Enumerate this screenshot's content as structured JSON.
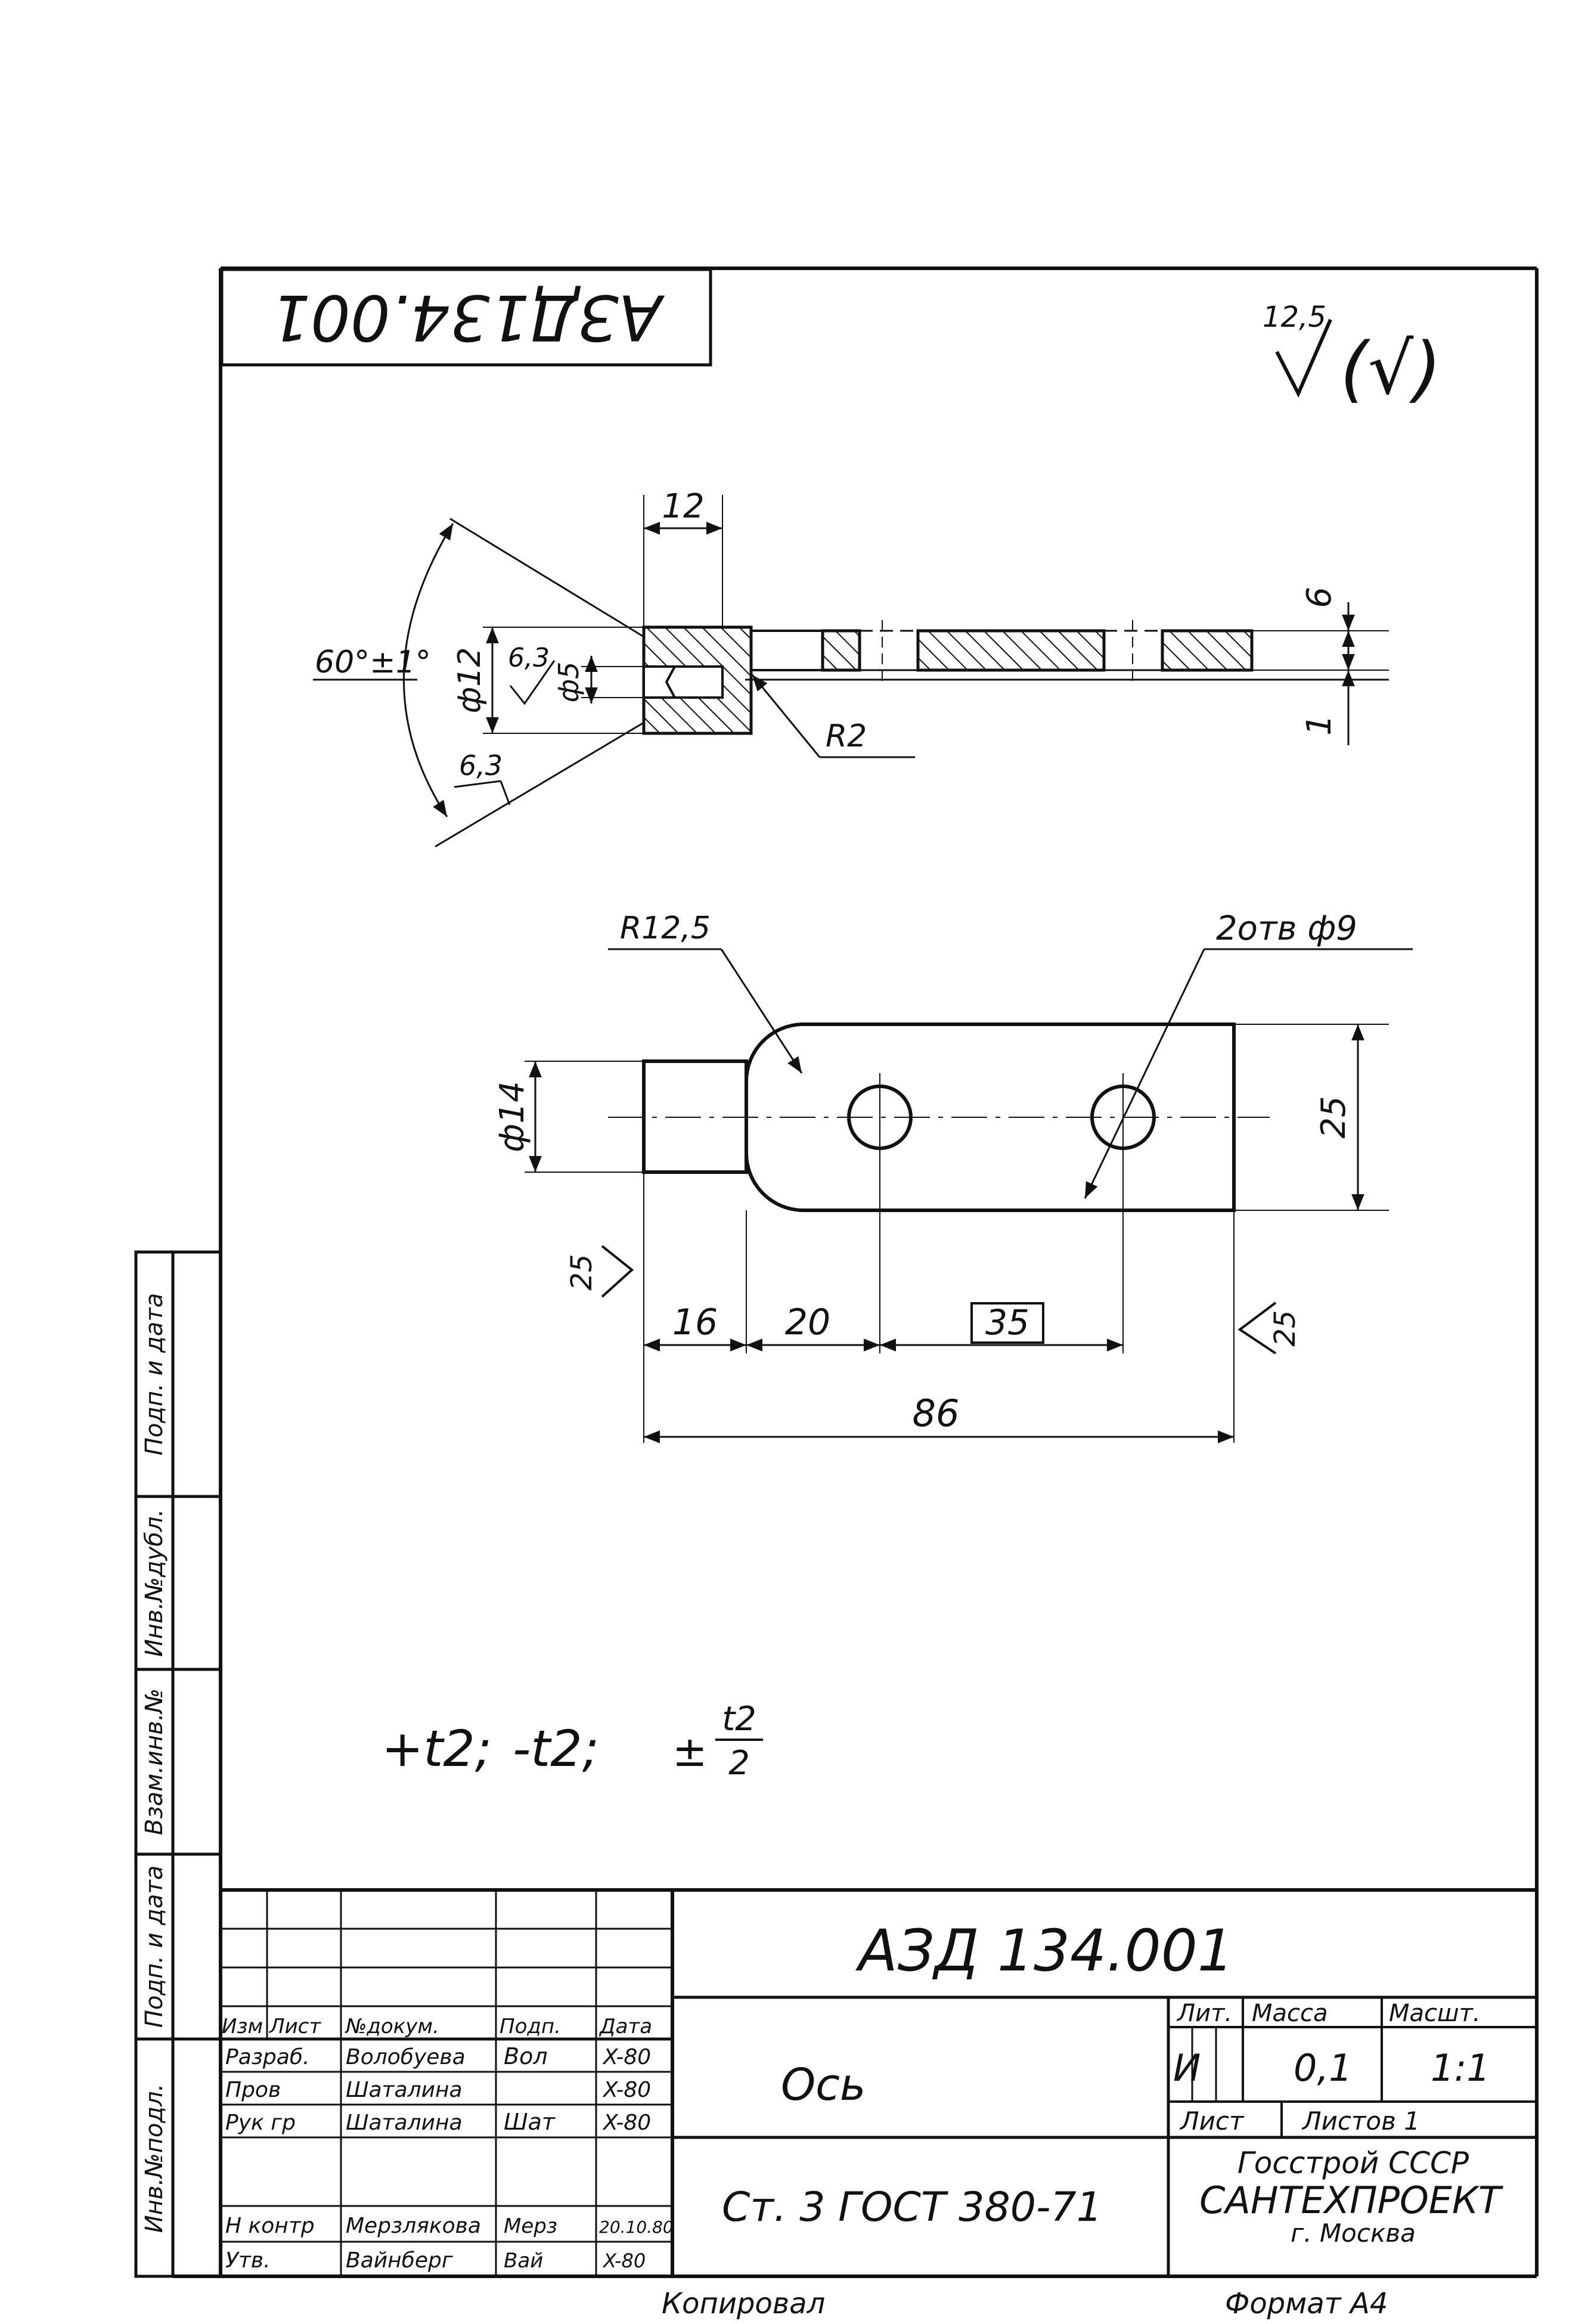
{
  "drawing": {
    "doc_number": "АЗД 134.001",
    "doc_number_rotated": "АЗД134.001",
    "roughness_general": "12,5",
    "roughness_open_mark": "(√)"
  },
  "section_view": {
    "dim_12": "12",
    "angle": "60°±1°",
    "dia_12": "ф12",
    "rough_6_3_a": "6,3",
    "dia_5": "ф5",
    "rough_6_3_b": "6,3",
    "radius": "R2",
    "dim_6": "6",
    "dim_1": "1"
  },
  "plan_view": {
    "radius": "R12,5",
    "holes": "2отв ф9",
    "dia_14": "ф14",
    "dim_25_height": "25",
    "rough_left": "25",
    "rough_right": "25",
    "dim_16": "16",
    "dim_20": "20",
    "dim_35": "35",
    "dim_86": "86"
  },
  "note": {
    "tol_plus": "+t2;",
    "tol_minus": "-t2;",
    "tol_pm": "±",
    "tol_num": "t2",
    "tol_den": "2"
  },
  "side_stamp": {
    "inv_podl": "Инв.№подл.",
    "podp_data_1": "Подп. и дата",
    "vzam_inv": "Взам.инв.№",
    "inv_dubl": "Инв.№дубл.",
    "podp_data_2": "Подп. и дата"
  },
  "title_block": {
    "designation": "АЗД 134.001",
    "header": {
      "izm": "Изм",
      "list": "Лист",
      "doc": "№докум.",
      "podp": "Подп.",
      "data": "Дата"
    },
    "rows": [
      {
        "role": "Разраб.",
        "name": "Волобуева",
        "sign": "Вол",
        "date": "X-80"
      },
      {
        "role": "Пров",
        "name": "Шаталина",
        "sign": "",
        "date": "X-80"
      },
      {
        "role": "Рук гр",
        "name": "Шаталина",
        "sign": "Шат",
        "date": "X-80"
      },
      {
        "role": "Н контр",
        "name": "Мерзлякова",
        "sign": "Мерз",
        "date": "20.10.80"
      },
      {
        "role": "Утв.",
        "name": "Вайнберг",
        "sign": "Вай",
        "date": "X-80"
      }
    ],
    "part_name": "Ось",
    "material": "Ст. 3 ГОСТ 380-71",
    "lit_label": "Лит.",
    "mass_label": "Масса",
    "scale_label": "Масшт.",
    "lit_value": "И",
    "mass_value": "0,1",
    "scale_value": "1:1",
    "sheet_label": "Лист",
    "sheets_label": "Листов 1",
    "org_1": "Госстрой СССР",
    "org_2": "САНТЕХПРОЕКТ",
    "org_3": "г. Москва"
  },
  "footer": {
    "copied": "Копировал",
    "format": "Формат А4"
  }
}
